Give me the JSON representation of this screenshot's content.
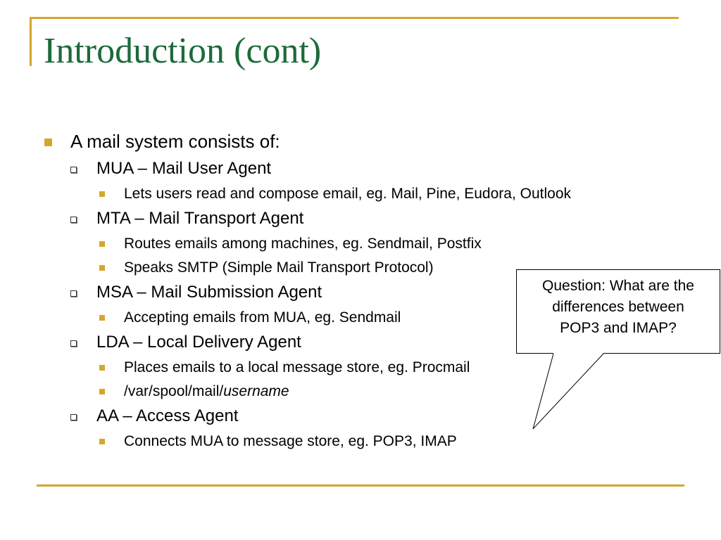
{
  "slide": {
    "title": "Introduction (cont)",
    "items": [
      "A mail system consists of:",
      "MUA – Mail User Agent",
      "Lets users read and compose email, eg. Mail, Pine, Eudora, Outlook",
      "MTA – Mail Transport Agent",
      "Routes emails among machines, eg. Sendmail, Postfix",
      "Speaks SMTP (Simple Mail Transport Protocol)",
      "MSA – Mail Submission Agent",
      "Accepting emails from MUA, eg. Sendmail",
      "LDA – Local Delivery Agent",
      "Places emails to a local message store, eg. Procmail",
      {
        "prefix": "/var/spool/mail/",
        "italic": "username"
      },
      "AA – Access Agent",
      "Connects MUA to message store, eg. POP3, IMAP"
    ],
    "callout": {
      "lines": [
        "Question: What are the",
        "differences between",
        "POP3 and IMAP?"
      ]
    },
    "colors": {
      "accent": "#d4a72c",
      "title": "#1c6b3a",
      "text": "#000000"
    },
    "icons": {
      "level1_bullet": "gold-square-bullet-icon",
      "level2_bullet": "hollow-box-bullet-icon",
      "level3_bullet": "small-gold-square-bullet-icon"
    }
  }
}
